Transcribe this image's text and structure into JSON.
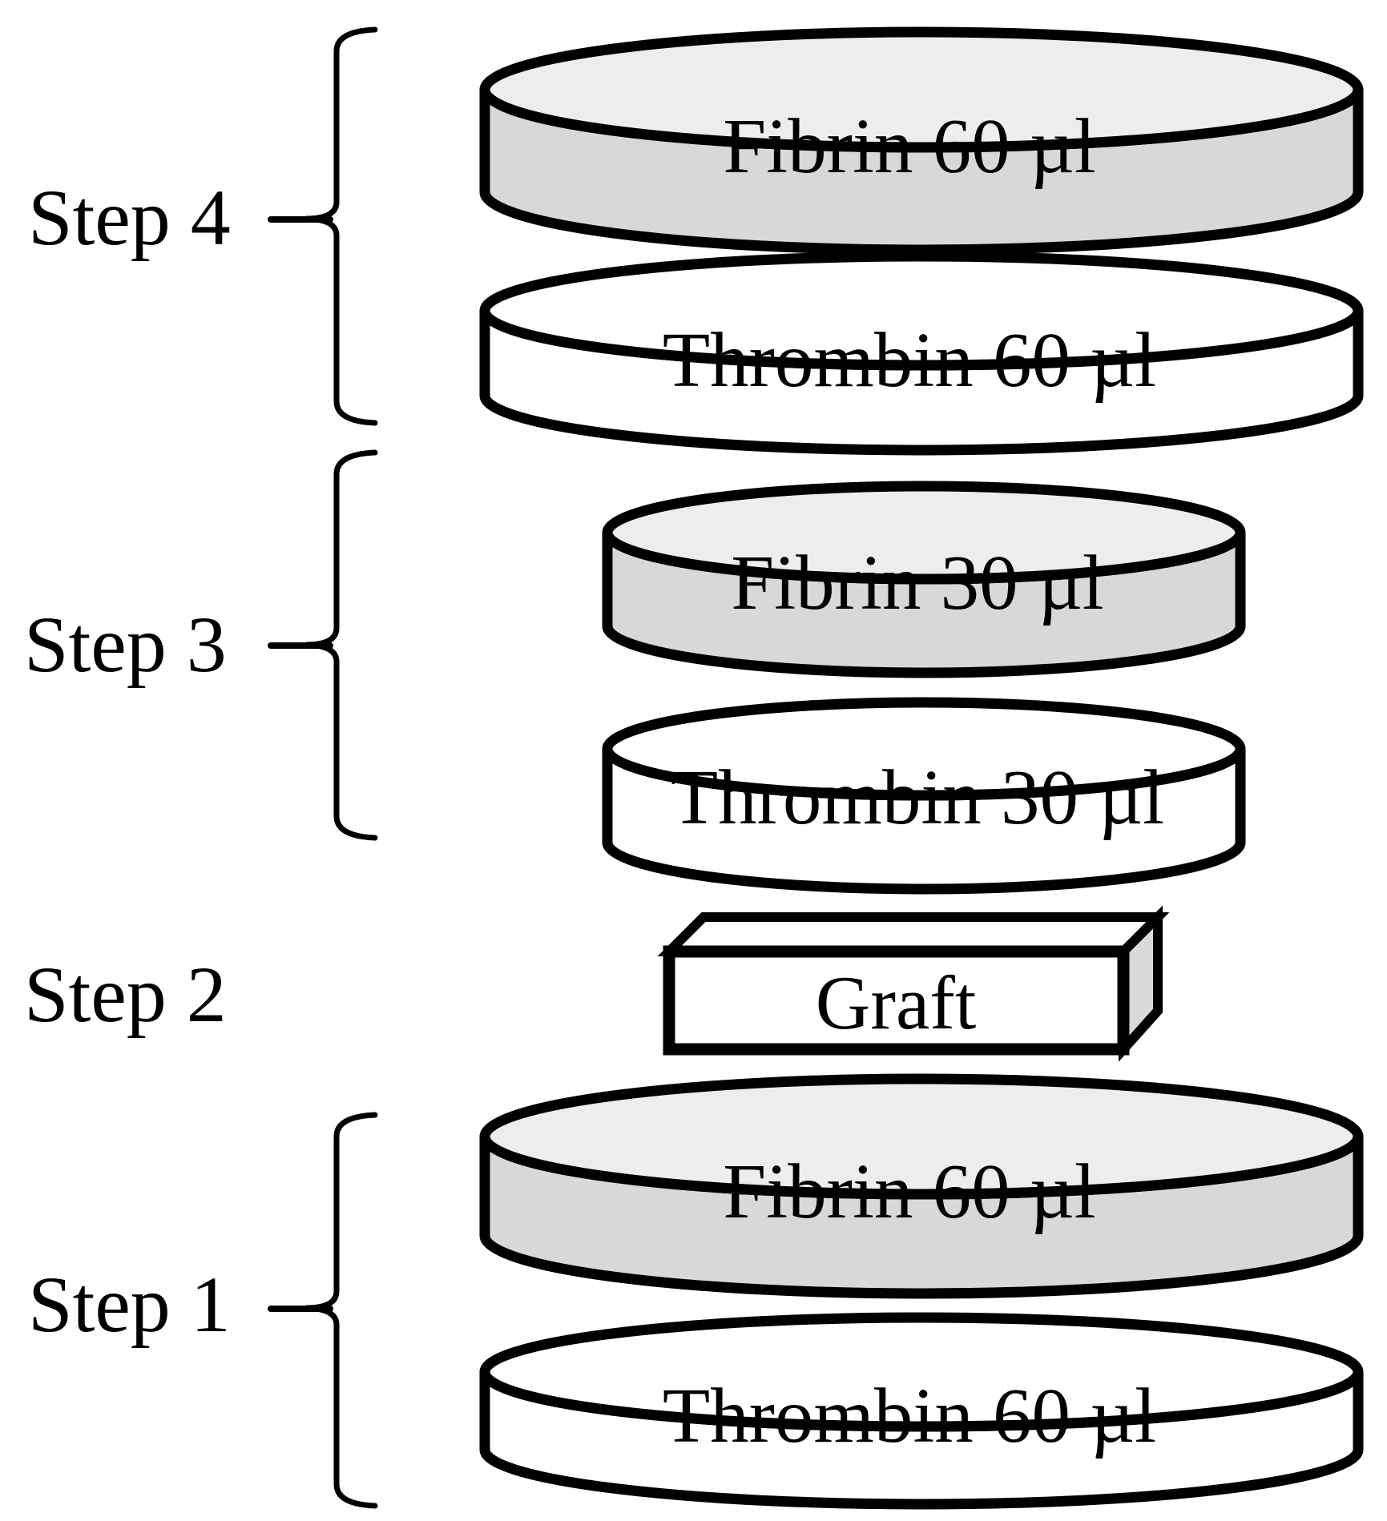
{
  "steps": [
    {
      "label": "Step 4",
      "layers": [
        {
          "label": "Fibrin 60 µl",
          "material": "fibrin"
        },
        {
          "label": "Thrombin 60 µl",
          "material": "thrombin"
        }
      ]
    },
    {
      "label": "Step 3",
      "layers": [
        {
          "label": "Fibrin 30 µl",
          "material": "fibrin"
        },
        {
          "label": "Thrombin 30 µl",
          "material": "thrombin"
        }
      ]
    },
    {
      "label": "Step 2",
      "layers": [
        {
          "label": "Graft",
          "material": "graft"
        }
      ]
    },
    {
      "label": "Step 1",
      "layers": [
        {
          "label": "Fibrin 60 µl",
          "material": "fibrin"
        },
        {
          "label": "Thrombin 60 µl",
          "material": "thrombin"
        }
      ]
    }
  ],
  "colors": {
    "fibrin_body": "#d8d8d8",
    "fibrin_top": "#ededed",
    "thrombin_body": "#ffffff",
    "thrombin_top": "#ffffff",
    "outline": "#000000",
    "graft_side": "#d9d9d9",
    "background": "#ffffff"
  }
}
